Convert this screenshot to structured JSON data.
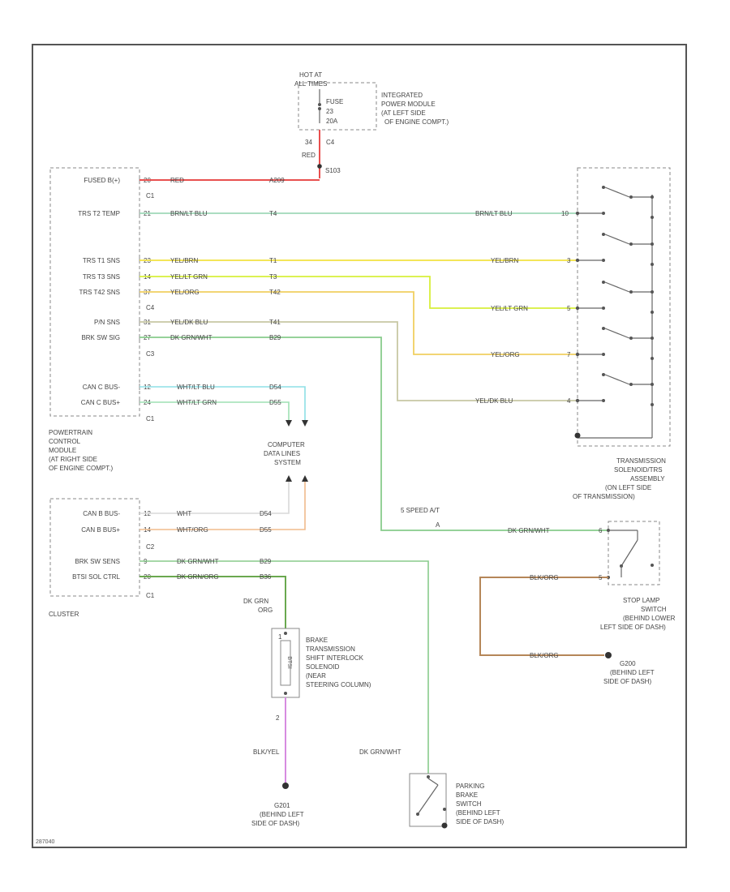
{
  "power": {
    "hot_at": "HOT AT",
    "all_times": "ALL TIMES",
    "fuse_label": "FUSE",
    "fuse_num": "23",
    "fuse_amps": "20A",
    "c4_wire": "34",
    "c4_conn": "C4",
    "c4_color": "RED",
    "splice": "S103",
    "ipm_label": [
      "INTEGRATED",
      "POWER MODULE",
      "(AT LEFT SIDE",
      "OF ENGINE COMPT.)"
    ]
  },
  "pcm": {
    "pins": [
      {
        "label": "FUSED B(+)",
        "pin": "20",
        "color": "RED",
        "circuit": "A209"
      },
      {
        "label": "TRS T2 TEMP",
        "pin": "21",
        "color": "BRN/LT BLU",
        "circuit": "T4"
      },
      {
        "label": "TRS T1 SNS",
        "pin": "23",
        "color": "YEL/BRN",
        "circuit": "T1"
      },
      {
        "label": "TRS T3 SNS",
        "pin": "14",
        "color": "YEL/LT GRN",
        "circuit": "T3"
      },
      {
        "label": "TRS T42 SNS",
        "pin": "37",
        "color": "YEL/ORG",
        "circuit": "T42"
      },
      {
        "label": "P/N SNS",
        "pin": "31",
        "color": "YEL/DK BLU",
        "circuit": "T41"
      },
      {
        "label": "BRK SW SIG",
        "pin": "27",
        "color": "DK GRN/WHT",
        "circuit": "B29"
      },
      {
        "label": "CAN C BUS-",
        "pin": "12",
        "color": "WHT/LT BLU",
        "circuit": "D54"
      },
      {
        "label": "CAN C BUS+",
        "pin": "24",
        "color": "WHT/LT GRN",
        "circuit": "D55"
      }
    ],
    "conns": [
      "C1",
      "C4",
      "C3",
      "C1"
    ],
    "label": [
      "POWERTRAIN",
      "CONTROL",
      "MODULE",
      "(AT RIGHT SIDE",
      "OF ENGINE COMPT.)"
    ]
  },
  "tsa": {
    "right": [
      {
        "color": "BRN/LT BLU",
        "pin": "10"
      },
      {
        "color": "YEL/BRN",
        "pin": "3"
      },
      {
        "color": "YEL/LT GRN",
        "pin": "5"
      },
      {
        "color": "YEL/ORG",
        "pin": "7"
      },
      {
        "color": "YEL/DK BLU",
        "pin": "4"
      }
    ],
    "label": [
      "TRANSMISSION",
      "SOLENOID/TRS",
      "ASSEMBLY",
      "(ON LEFT SIDE",
      "OF TRANSMISSION)"
    ]
  },
  "cdl": {
    "label": [
      "COMPUTER",
      "DATA LINES",
      "SYSTEM"
    ]
  },
  "cluster": {
    "pins": [
      {
        "label": "CAN B BUS-",
        "pin": "12",
        "color": "WHT",
        "circuit": "D54"
      },
      {
        "label": "CAN B BUS+",
        "pin": "14",
        "color": "WHT/ORG",
        "circuit": "D55"
      },
      {
        "label": "BRK SW SENS",
        "pin": "9",
        "color": "DK GRN/WHT",
        "circuit": "B29"
      },
      {
        "label": "BTSI SOL CTRL",
        "pin": "20",
        "color": "DK GRN/ORG",
        "circuit": "B36"
      }
    ],
    "conns": [
      "C2",
      "C1"
    ],
    "label": "CLUSTER"
  },
  "speed_note": "5 SPEED A/T",
  "speed_star": "A",
  "stoplamp": {
    "wire_color": "DK GRN/WHT",
    "wire_pin": "6",
    "gnd_color": "BLK/ORG",
    "gnd_pin": "5",
    "gnd_color2": "BLK/ORG",
    "label": [
      "STOP LAMP",
      "SWITCH",
      "(BEHIND LOWER",
      "LEFT SIDE OF DASH)"
    ]
  },
  "g200": {
    "name": "G200",
    "loc": [
      "(BEHIND LEFT",
      "SIDE OF DASH)"
    ]
  },
  "btsi": {
    "wire_top": [
      "DK GRN",
      "ORG"
    ],
    "pin_top": "1",
    "pin_bot": "2",
    "inside": "BTSI",
    "label": [
      "BRAKE",
      "TRANSMISSION",
      "SHIFT INTERLOCK",
      "SOLENOID",
      "(NEAR",
      "STEERING COLUMN)"
    ],
    "bottom_color": "BLK/YEL"
  },
  "g201": {
    "name": "G201",
    "loc": [
      "(BEHIND LEFT",
      "SIDE OF DASH)"
    ]
  },
  "pbrake": {
    "wire_color": "DK GRN/WHT",
    "label": [
      "PARKING",
      "BRAKE",
      "SWITCH",
      "(BEHIND LEFT",
      "SIDE OF DASH)"
    ]
  },
  "footer_id": "287040",
  "colors": {
    "red": "#e8504f",
    "brn_ltblu": "#9fd8b8",
    "yel_brn": "#f2e240",
    "yel_ltgrn": "#d8ef3a",
    "yel_org": "#f0cf60",
    "yel_dkblu": "#c8c8a4",
    "dkgrn_wht": "#88cc8c",
    "wht_ltblu": "#8ee0e6",
    "wht_ltgrn": "#9ee0b4",
    "wht": "#d8d8d8",
    "wht_org": "#f0bb8c",
    "dkgrn_org": "#6aa84f",
    "blk_org": "#b58658",
    "blk_yel": "#d68be0"
  }
}
